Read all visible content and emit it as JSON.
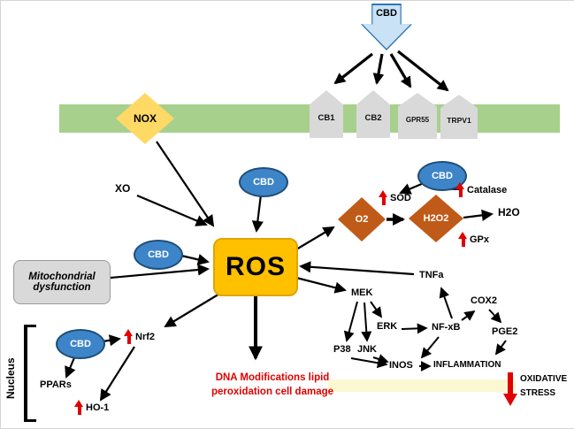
{
  "colors": {
    "membrane-green": "#a8d08d",
    "cbd-blue": "#3d85c8",
    "cbd-blue-border": "#1f4e79",
    "ros-yellow": "#ffc000",
    "nox-yellow": "#ffd966",
    "diamond-orange": "#c05a18",
    "receptor-gray": "#d9d9d9",
    "mito-gray": "#d9d9d9",
    "accent-red": "#e00000",
    "top-arrow-blue": "#c9e2f5",
    "top-arrow-border": "#2e75b6",
    "band-yellow": "#fbf8d2"
  },
  "top": {
    "cbd": "CBD"
  },
  "membrane": {
    "nox": "NOX",
    "receptors": [
      "CB1",
      "CB2",
      "GPR55",
      "TRPV1"
    ]
  },
  "labels": {
    "xo": "XO",
    "cbd": "CBD",
    "ros": "ROS",
    "o2": "O2",
    "h2o2": "H2O2",
    "sod": "SOD",
    "catalase": "Catalase",
    "h2o": "H2O",
    "gpx": "GPx",
    "mito_line1": "Mitochondrial",
    "mito_line2": "dysfunction",
    "nucleus": "Nucleus",
    "ppars": "PPARs",
    "nrf2": "Nrf2",
    "ho1": "HO-1",
    "tnfa": "TNFa",
    "mek": "MEK",
    "erk": "ERK",
    "p38": "P38",
    "jnk": "JNK",
    "nfkb": "NF-xB",
    "cox2": "COX2",
    "pge2": "PGE2",
    "inos": "INOS",
    "inflammation": "INFLAMMATION",
    "oxidative_line1": "OXIDATIVE",
    "oxidative_line2": "STRESS",
    "dna_line1": "DNA Modifications lipid",
    "dna_line2": "peroxidation cell damage"
  }
}
